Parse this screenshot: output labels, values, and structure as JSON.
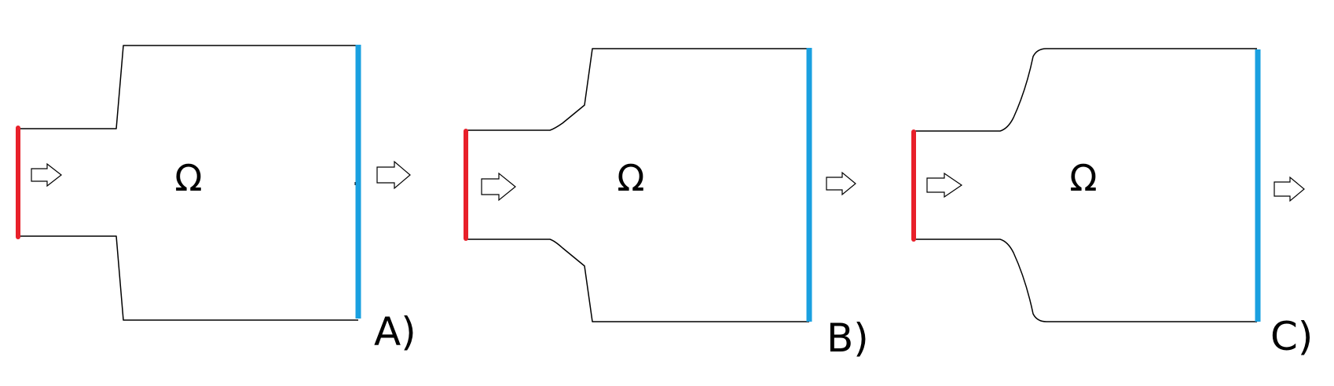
{
  "figure": {
    "domain_symbol": "Ω",
    "boundary_colors": {
      "inlet": "#e8202a",
      "outlet": "#1aa0e0",
      "outline": "#000000"
    },
    "flow_arrow_icon": "right-arrow-icon",
    "panels": [
      {
        "id": "A",
        "label": "A)",
        "transition_shape": "straight"
      },
      {
        "id": "B",
        "label": "B)",
        "transition_shape": "chamfered"
      },
      {
        "id": "C",
        "label": "C)",
        "transition_shape": "curved"
      }
    ]
  }
}
